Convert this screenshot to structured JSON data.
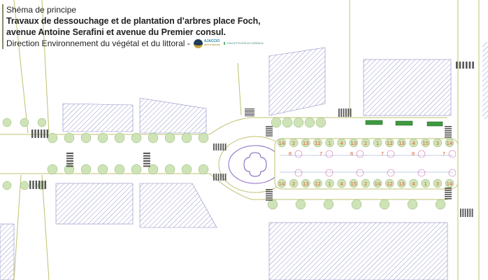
{
  "header": {
    "subtitle": "Shéma de principe",
    "title_line1": "Travaux de dessouchage et de plantation d’arbres place Foch,",
    "title_line2": "avenue Antoine Serafini et avenue du Premier consul.",
    "department": "Direction Environnement du végétal et du littoral -",
    "logo_ajaccio": "AJACCIO",
    "logo_ajaccio_sub": "CITÀ D'AIACCIU",
    "logo_collectivite": "COLLETTIVITÀ DI CORSICA"
  },
  "colors": {
    "tree": "#cfe3b8",
    "tree_stroke": "#8fb86a",
    "road_edge": "#b8b86a",
    "hatch": "#6a6ab0",
    "label": "#e0603a",
    "planter": "#3f9a3f",
    "fountain": "#7a5ab8"
  },
  "place": {
    "top_row_labels": [
      "14",
      "2",
      "13",
      "12",
      "1",
      "4",
      "13",
      "2",
      "1",
      "12",
      "13",
      "4",
      "15",
      "3",
      "14"
    ],
    "middle_row_labels": [
      "8",
      "7",
      "8",
      "7",
      "8",
      "7"
    ],
    "bottom_row_labels": [
      "14",
      "2",
      "13",
      "12",
      "1",
      "4",
      "15",
      "2",
      "14",
      "12",
      "13",
      "4",
      "1",
      "3",
      "14"
    ]
  }
}
